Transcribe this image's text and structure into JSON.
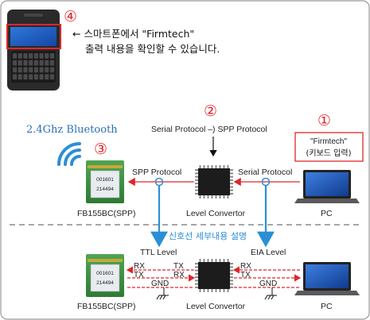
{
  "steps": {
    "one": "①",
    "two": "②",
    "three": "③",
    "four": "④"
  },
  "phone_caption": {
    "line1": "← 스마트폰에서 \"Firmtech\"",
    "line2": "출력 내용을 확인할 수 있습니다."
  },
  "bluetooth_label": "2.4Ghz Bluetooth",
  "protocol_conversion": "Serial Protocol –) SPP Protocol",
  "pc_output": {
    "line1": "\"Firmtech\"",
    "line2": "(키보드 입력)"
  },
  "top_row": {
    "spp_protocol": "SPP Protocol",
    "serial_protocol": "Serial Protocol",
    "module_label": "FB155BC(SPP)",
    "convertor_label": "Level Convertor",
    "pc_label": "PC"
  },
  "detail_caption": "신호선 세부내용 설명",
  "ttl_level": "TTL Level",
  "eia_level": "EIA Level",
  "bottom_row": {
    "module_label": "FB155BC(SPP)",
    "convertor_label": "Level Convertor",
    "pc_label": "PC",
    "left_rx": "RX",
    "left_tx": "TX",
    "left_tx2": "TX",
    "left_rx2": "RX",
    "left_gnd": "GND",
    "right_rx": "RX",
    "right_tx": "TX",
    "right_gnd": "GND"
  },
  "chip": {
    "line1": "001601",
    "line2": "214494"
  },
  "colors": {
    "accent_red": "#e0262a",
    "signal_blue": "#2a8fd6",
    "module_green": "#3b8a3e"
  }
}
